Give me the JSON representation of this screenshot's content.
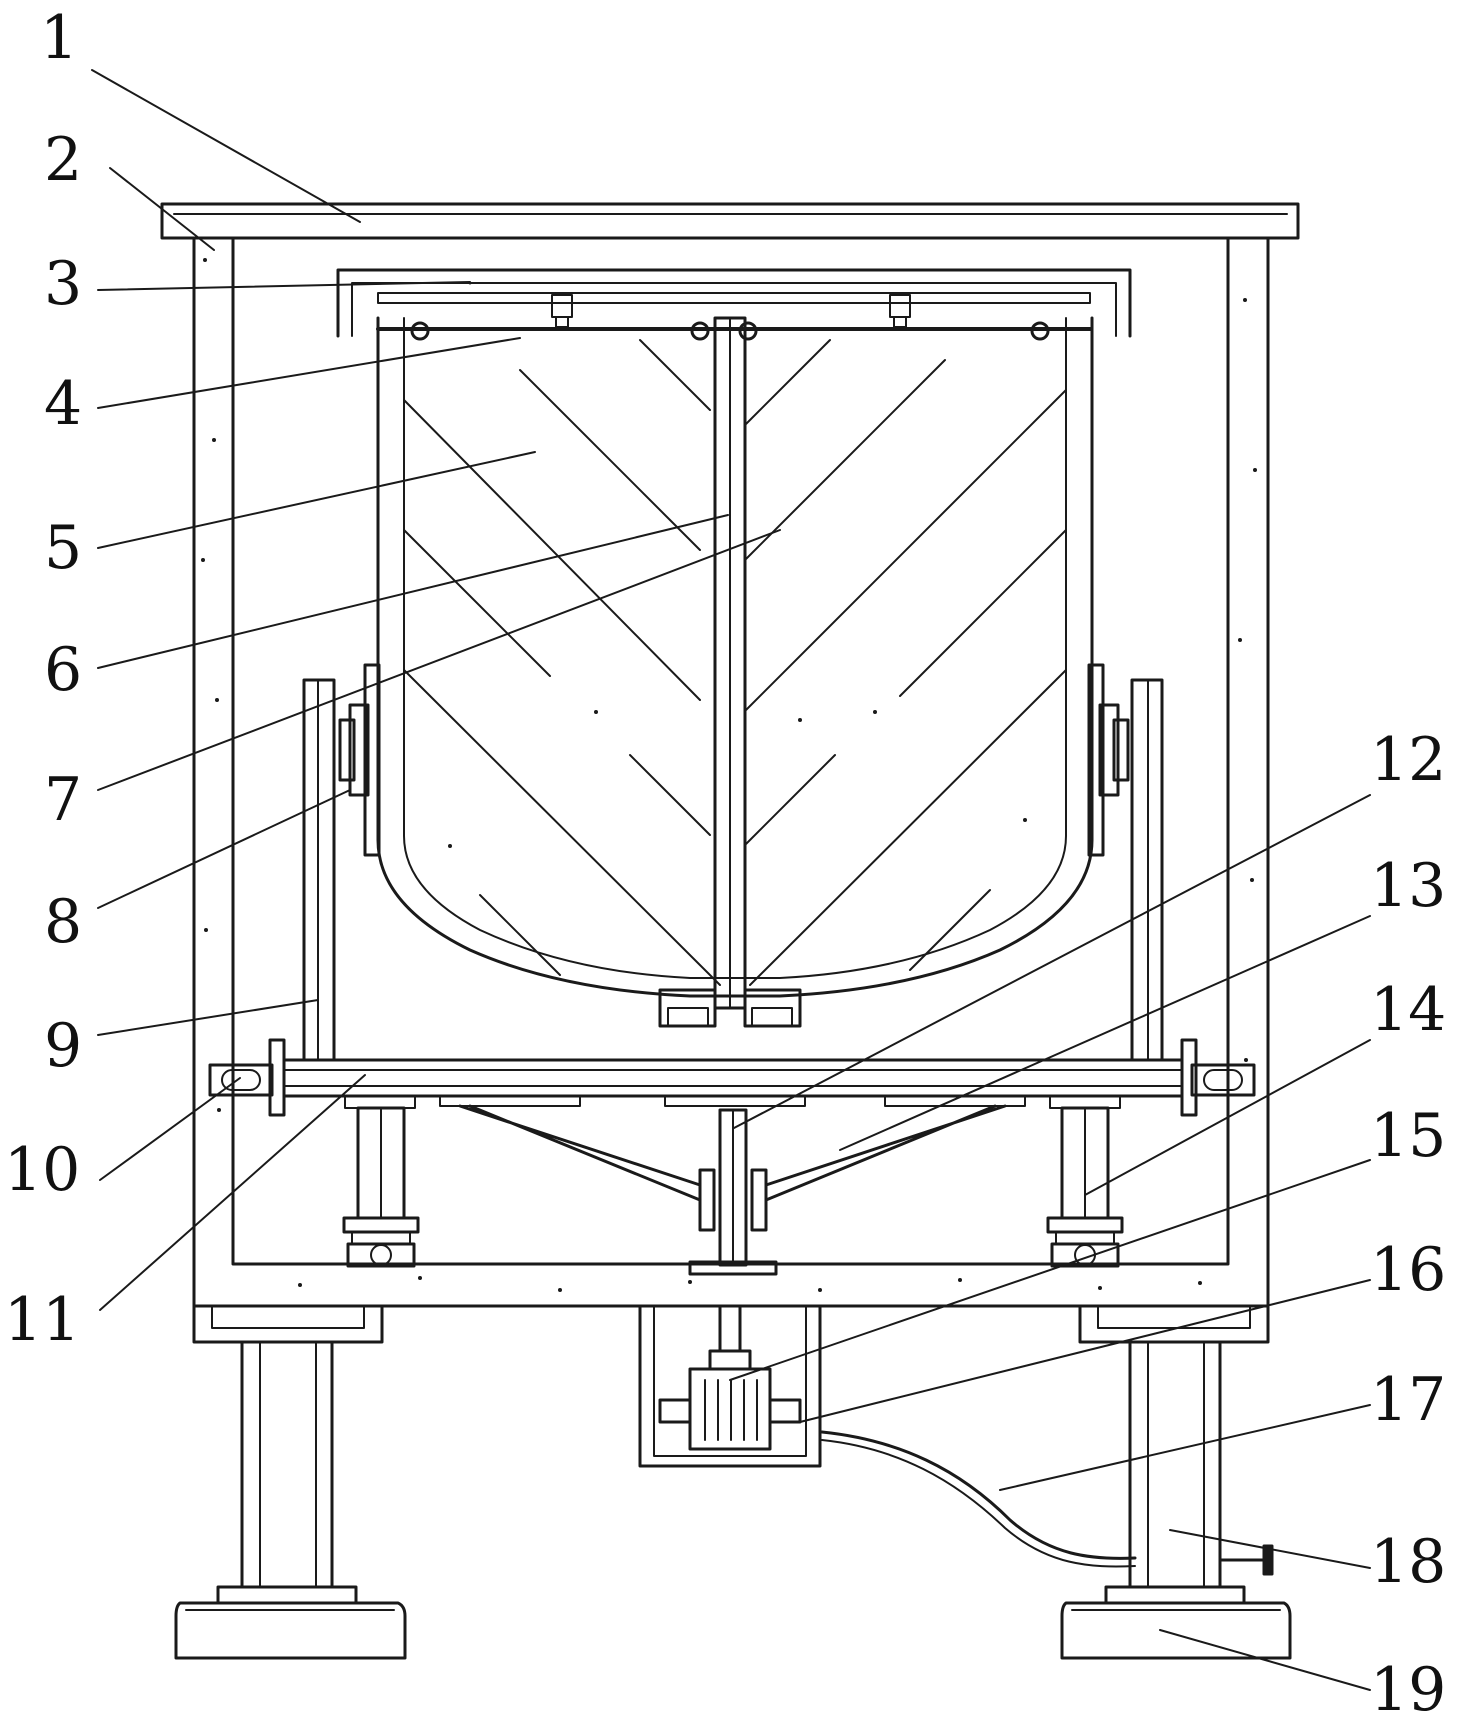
{
  "figure": {
    "line_color": "#1a1a1a",
    "background": "#ffffff",
    "callouts": [
      {
        "id": "1",
        "text": "1"
      },
      {
        "id": "2",
        "text": "2"
      },
      {
        "id": "3",
        "text": "3"
      },
      {
        "id": "4",
        "text": "4"
      },
      {
        "id": "5",
        "text": "5"
      },
      {
        "id": "6",
        "text": "6"
      },
      {
        "id": "7",
        "text": "7"
      },
      {
        "id": "8",
        "text": "8"
      },
      {
        "id": "9",
        "text": "9"
      },
      {
        "id": "10",
        "text": "10"
      },
      {
        "id": "11",
        "text": "11"
      },
      {
        "id": "12",
        "text": "12"
      },
      {
        "id": "13",
        "text": "13"
      },
      {
        "id": "14",
        "text": "14"
      },
      {
        "id": "15",
        "text": "15"
      },
      {
        "id": "16",
        "text": "16"
      },
      {
        "id": "17",
        "text": "17"
      },
      {
        "id": "18",
        "text": "18"
      },
      {
        "id": "19",
        "text": "19"
      }
    ]
  }
}
